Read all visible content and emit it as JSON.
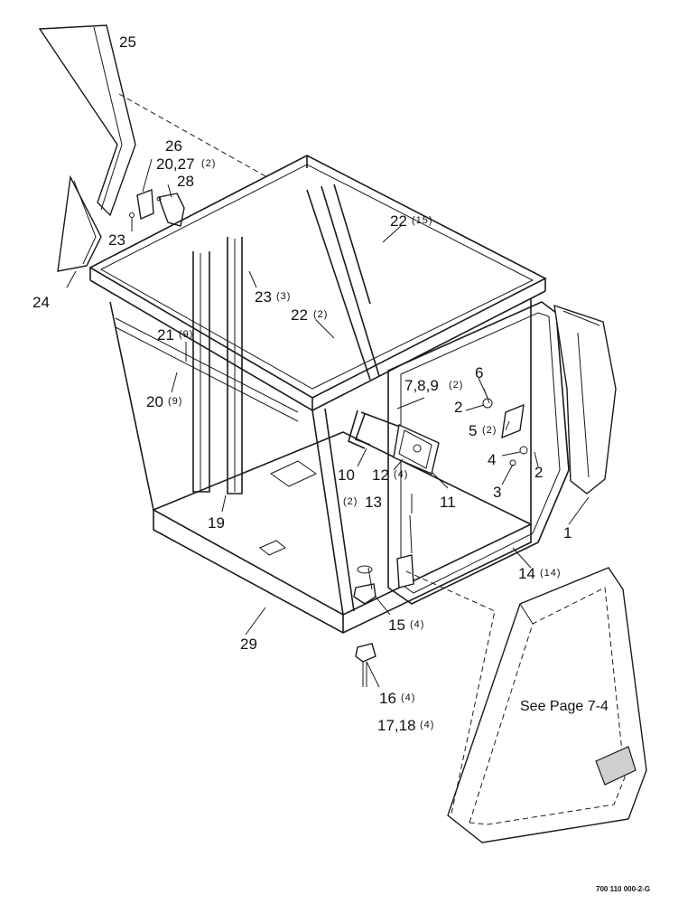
{
  "callouts": [
    {
      "id": "c25",
      "text": "25",
      "qty": ""
    },
    {
      "id": "c26",
      "text": "26",
      "qty": ""
    },
    {
      "id": "c20_27",
      "text": "20,27",
      "qty": "(2)"
    },
    {
      "id": "c28",
      "text": "28",
      "qty": ""
    },
    {
      "id": "c23a",
      "text": "23",
      "qty": ""
    },
    {
      "id": "c24",
      "text": "24",
      "qty": ""
    },
    {
      "id": "c22_15",
      "text": "22",
      "qty": "(15)"
    },
    {
      "id": "c23_3",
      "text": "23",
      "qty": "(3)"
    },
    {
      "id": "c22_2",
      "text": "22",
      "qty": "(2)"
    },
    {
      "id": "c21_9",
      "text": "21",
      "qty": "(9)"
    },
    {
      "id": "c20_9",
      "text": "20",
      "qty": "(9)"
    },
    {
      "id": "c7_8_9",
      "text": "7,8,9",
      "qty": "(2)"
    },
    {
      "id": "c6",
      "text": "6",
      "qty": ""
    },
    {
      "id": "c2a",
      "text": "2",
      "qty": ""
    },
    {
      "id": "c5",
      "text": "5",
      "qty": "(2)"
    },
    {
      "id": "c4",
      "text": "4",
      "qty": ""
    },
    {
      "id": "c2b",
      "text": "2",
      "qty": ""
    },
    {
      "id": "c3",
      "text": "3",
      "qty": ""
    },
    {
      "id": "c1",
      "text": "1",
      "qty": ""
    },
    {
      "id": "c10",
      "text": "10",
      "qty": ""
    },
    {
      "id": "c12",
      "text": "12",
      "qty": "(4)"
    },
    {
      "id": "c11",
      "text": "11",
      "qty": ""
    },
    {
      "id": "c13",
      "text": "13",
      "qty": "(2)"
    },
    {
      "id": "c19",
      "text": "19",
      "qty": ""
    },
    {
      "id": "c14",
      "text": "14",
      "qty": "(14)"
    },
    {
      "id": "c15",
      "text": "15",
      "qty": "(4)"
    },
    {
      "id": "c29",
      "text": "29",
      "qty": ""
    },
    {
      "id": "c16",
      "text": "16",
      "qty": "(4)"
    },
    {
      "id": "c17_18",
      "text": "17,18",
      "qty": "(4)"
    }
  ],
  "see_page_note": "See Page 7-4",
  "figure_number": "700 110 000-2-G"
}
